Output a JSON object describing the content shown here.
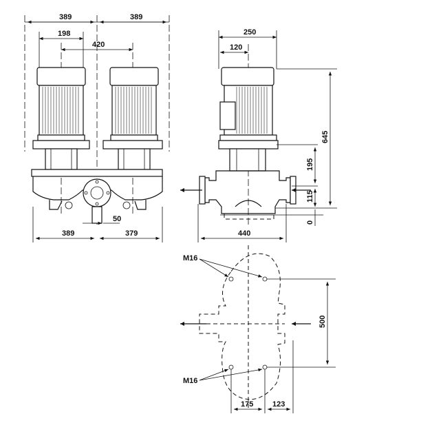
{
  "front_view": {
    "dim_top_left": "389",
    "dim_top_right": "389",
    "dim_motor_offset": "198",
    "dim_motor_spacing": "420",
    "dim_bottom_left": "389",
    "dim_bottom_right": "379",
    "dim_outlet": "50"
  },
  "side_view": {
    "dim_width": "250",
    "dim_offset": "120",
    "dim_height_total": "645",
    "dim_height_mid": "195",
    "dim_height_low": "115",
    "dim_height_base": "0",
    "dim_base": "440"
  },
  "base_plan": {
    "bolt_label_top": "M16",
    "bolt_label_bottom": "M16",
    "dim_height": "500",
    "dim_left": "175",
    "dim_right": "123"
  }
}
